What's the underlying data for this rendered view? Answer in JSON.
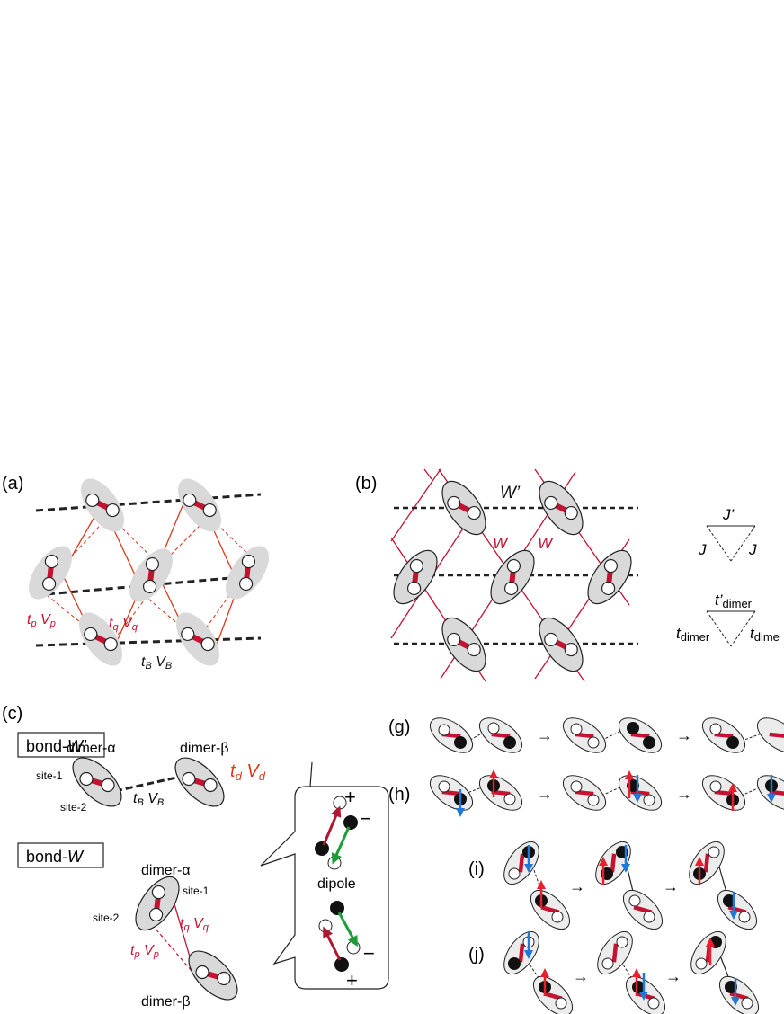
{
  "colors": {
    "bond_red": "#c41230",
    "dimer_fill": "#d9d9d9",
    "lattice_red": "#c41230",
    "dimer_label_orange": "#d93a1e",
    "spin_red": "#e8202e",
    "spin_blue": "#2078d8",
    "dipole_green": "#1e9c3a",
    "dipole_red": "#b01830"
  },
  "panel_a": {
    "label": "(a)",
    "tp": "t",
    "tp_sub": "p",
    "Vp": "V",
    "Vp_sub": "p",
    "tq": "t",
    "tq_sub": "q",
    "Vq": "V",
    "Vq_sub": "q",
    "tB": "t",
    "tB_sub": "B",
    "VB": "V",
    "VB_sub": "B"
  },
  "panel_b": {
    "label": "(b)",
    "Wp": "W’",
    "W1": "W",
    "W2": "W",
    "Jp": "J’",
    "J1": "J",
    "J2": "J",
    "tpd": "t’",
    "tpd_sub": "dimer",
    "td1": "t",
    "td1_sub": "dimer",
    "td2": "t",
    "td2_sub": "dime"
  },
  "panel_c": {
    "label": "(c)",
    "bondWp_box": "bond-",
    "bondWp_box_it": "W’",
    "dimer_alpha": "dimer-α",
    "dimer_beta": "dimer-β",
    "site1": "site-1",
    "site2": "site-2",
    "td": "t",
    "td_sub": "d",
    "Vd": "V",
    "Vd_sub": "d",
    "tB": "t",
    "tB_sub": "B",
    "VB": "V",
    "VB_sub": "B",
    "bondW_box": "bond-",
    "bondW_box_it": "W",
    "dimer_alpha2": "dimer-α",
    "dimer_beta2": "dimer-β",
    "site1b": "site-1",
    "site2b": "site-2",
    "tq": "t",
    "tq_sub": "q",
    "Vq": "V",
    "Vq_sub": "q",
    "tp": "t",
    "tp_sub": "p",
    "Vp": "V",
    "Vp_sub": "p",
    "dipole_label": "dipole",
    "plus1": "+",
    "minus1": "−",
    "minus2": "−",
    "plus2": "+"
  },
  "panel_g": {
    "label": "(g)",
    "arrow": "→"
  },
  "panel_h": {
    "label": "(h)",
    "arrow": "→"
  },
  "panel_i": {
    "label": "(i)",
    "arrow": "→"
  },
  "panel_j": {
    "label": "(j)",
    "arrow": "→"
  }
}
